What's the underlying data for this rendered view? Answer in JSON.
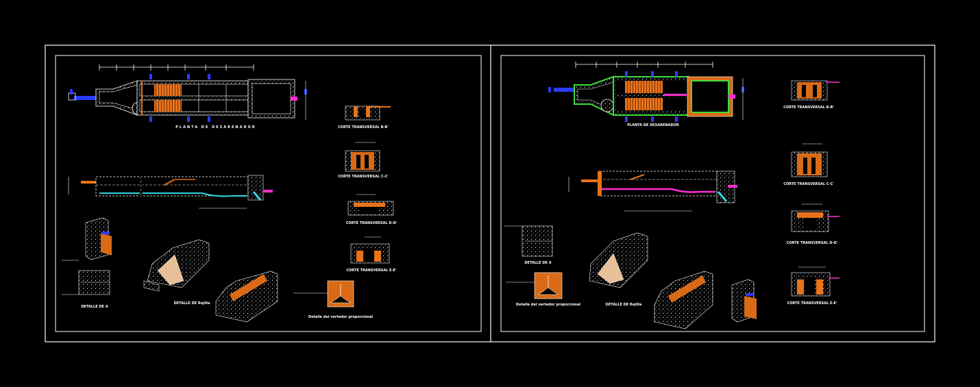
{
  "colors": {
    "background": "#000000",
    "line": "#ffffff",
    "orange": "#e8731a",
    "blue": "#2a3cff",
    "magenta": "#ff2fd0",
    "cyan": "#33d6e6",
    "green": "#3ddc3d",
    "concrete": "#cfcfcf"
  },
  "sheet_left": {
    "plan_title": "PLANTA DE DESARENADOR",
    "sections": [
      "CORTE TRANSVERSAL B-B'",
      "CORTE TRANSVERSAL C-C'",
      "CORTE TRANSVERSAL D-D'",
      "CORTE TRANSVERSAL E-E'"
    ],
    "detail_a": "DETALLE DE A",
    "detail_b": "DETALLE DE Rejilla",
    "detail_c": "Detalle del vertedor proporcional"
  },
  "sheet_right": {
    "plan_title": "PLANTA DE DESARENADOR",
    "sections": [
      "CORTE TRANSVERSAL B-B'",
      "CORTE TRANSVERSAL C-C'",
      "CORTE TRANSVERSAL D-D'",
      "CORTE TRANSVERSAL E-E'"
    ],
    "detail_a": "DETALLE DE A",
    "detail_b": "DETALLE DE Rejilla",
    "detail_c": "Detalle del vertedor proporcional"
  }
}
